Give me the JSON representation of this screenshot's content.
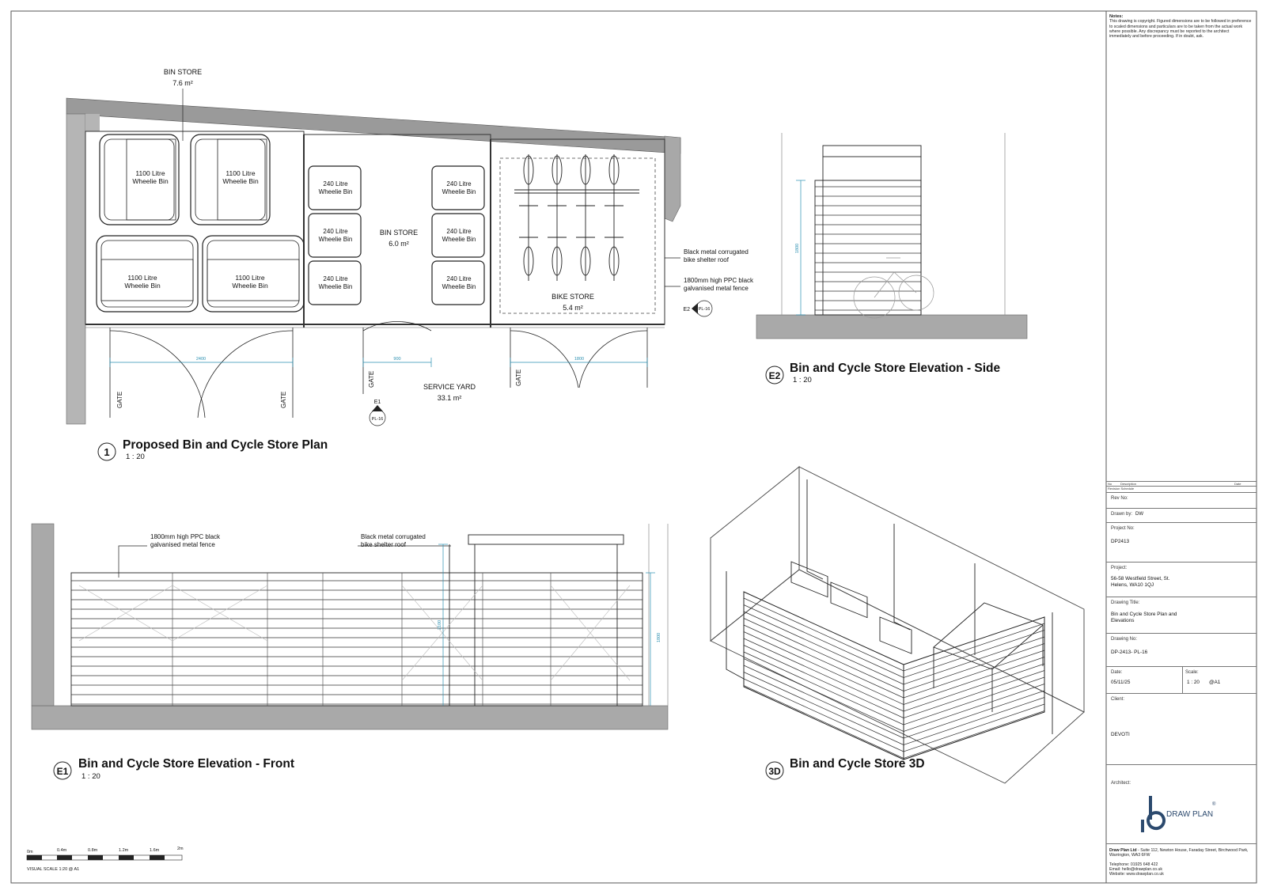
{
  "notes": {
    "heading": "Notes:",
    "text": "This drawing is copyright. Figured dimensions are to be followed in preference to scaled dimensions and particulars are to be taken from the actual work where possible. Any discrepancy must be reported to the architect immediately and before proceeding. If in doubt, ask."
  },
  "plan": {
    "bin_store_top": "BIN STORE",
    "bin_store_top_area": "7.6 m²",
    "bins_1100": [
      "1100 Litre\nWheelie Bin",
      "1100 Litre\nWheelie Bin",
      "1100 Litre\nWheelie Bin",
      "1100 Litre\nWheelie Bin"
    ],
    "bin_1100_l1": "1100 Litre",
    "bin_1100_l2": "Wheelie Bin",
    "bin_240_l1": "240 Litre",
    "bin_240_l2": "Wheelie Bin",
    "bin_store_mid": "BIN STORE",
    "bin_store_mid_area": "6.0 m²",
    "bike_store": "BIKE STORE",
    "bike_store_area": "5.4 m²",
    "service_yard": "SERVICE YARD",
    "service_yard_area": "33.1 m²",
    "gate": "GATE",
    "dim_2400": "2400",
    "dim_900": "900",
    "dim_1800": "1800",
    "note_roof_1": "Black metal corrugated",
    "note_roof_2": "bike shelter roof",
    "note_fence_1": "1800mm high PPC black",
    "note_fence_2": "galvanised metal fence",
    "marker_e2": "E2",
    "marker_e1": "E1",
    "marker_sheet": "PL-16",
    "title_number": "1",
    "title": "Proposed Bin and Cycle Store Plan",
    "scale": "1 : 20"
  },
  "side_elevation": {
    "tag": "E2",
    "title": "Bin and Cycle Store Elevation - Side",
    "scale": "1 : 20",
    "dim": "1800"
  },
  "front_elevation": {
    "tag": "E1",
    "title": "Bin and Cycle Store Elevation - Front",
    "scale": "1 : 20",
    "note_fence_1": "1800mm high PPC black",
    "note_fence_2": "galvanised metal fence",
    "note_roof_1": "Black metal corrugated",
    "note_roof_2": "bike shelter roof",
    "dim_2100": "2100",
    "dim_1800": "1800"
  },
  "view_3d": {
    "tag": "3D",
    "title": "Bin and Cycle Store 3D"
  },
  "scale_bar": {
    "ticks": [
      "0m",
      "0.4m",
      "0.8m",
      "1.2m",
      "1.6m",
      "2m"
    ],
    "caption": "VISUAL SCALE 1:20 @ A1"
  },
  "title_block": {
    "rev_header": [
      "No",
      "Description",
      "Date"
    ],
    "rev_schedule": "Revision Schedule",
    "rev_no_label": "Rev No:",
    "drawn_by_label": "Drawn by:",
    "drawn_by": "DW",
    "project_no_label": "Project No:",
    "project_no": "DP2413",
    "project_label": "Project:",
    "project_1": "56-58 Westfield Street, St.",
    "project_2": "Helens, WA10 1QJ",
    "drawing_title_label": "Drawing Title:",
    "drawing_title_1": "Bin and Cycle Store Plan and",
    "drawing_title_2": "Elevations",
    "drawing_no_label": "Drawing No:",
    "drawing_no": "DP-2413- PL-16",
    "date_label": "Date:",
    "date": "05/11/25",
    "scale_label": "Scale:",
    "scale": "1 : 20",
    "paper": "@A1",
    "client_label": "Client:",
    "client": "DEVOTI",
    "architect_label": "Architect:",
    "logo_text": "DRAW PLAN",
    "firm_name": "Draw Plan Ltd",
    "firm_address": "- Suite 112, Newton House, Faraday Street, Birchwood Park, Warrington, WA3 6FW",
    "telephone": "Telephone: 01925 648 422",
    "email": "Email: hello@drawplan.co.uk",
    "website": "Website: www.drawplan.co.uk"
  }
}
